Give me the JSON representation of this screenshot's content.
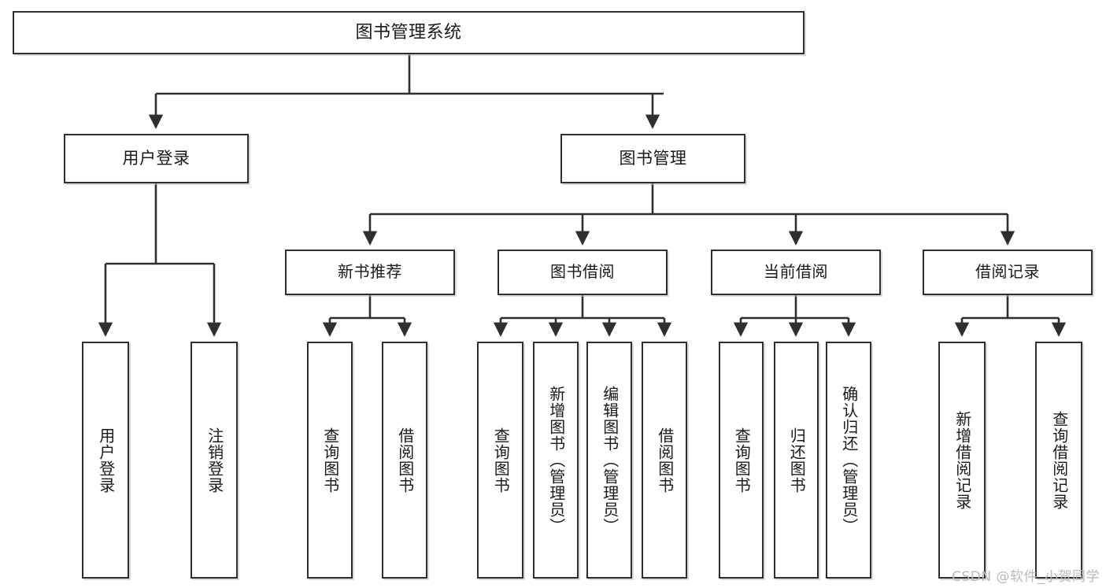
{
  "diagram": {
    "title": "图书管理系统",
    "watermark": "CSDN @软件_小贺同学",
    "colors": {
      "background": "#ffffff",
      "node_fill": "#ffffff",
      "node_border": "#2f2f2f",
      "edge": "#2f2f2f",
      "text": "#1a1a1a",
      "watermark": "#b9b9b9"
    },
    "root": {
      "label": "图书管理系统"
    },
    "level2": [
      {
        "label": "用户登录"
      },
      {
        "label": "图书管理"
      }
    ],
    "level3": [
      {
        "label": "新书推荐"
      },
      {
        "label": "图书借阅"
      },
      {
        "label": "当前借阅"
      },
      {
        "label": "借阅记录"
      }
    ],
    "leaves": {
      "user_login": [
        {
          "label": "用户登录"
        },
        {
          "label": "注销登录"
        }
      ],
      "new_book_recommend": [
        {
          "label": "查询图书"
        },
        {
          "label": "借阅图书"
        }
      ],
      "book_borrow": [
        {
          "label": "查询图书"
        },
        {
          "label": "新增图书（管理员）"
        },
        {
          "label": "编辑图书（管理员）"
        },
        {
          "label": "借阅图书"
        }
      ],
      "current_borrow": [
        {
          "label": "查询图书"
        },
        {
          "label": "归还图书"
        },
        {
          "label": "确认归还（管理员）"
        }
      ],
      "borrow_record": [
        {
          "label": "新增借阅记录"
        },
        {
          "label": "查询借阅记录"
        }
      ]
    }
  }
}
